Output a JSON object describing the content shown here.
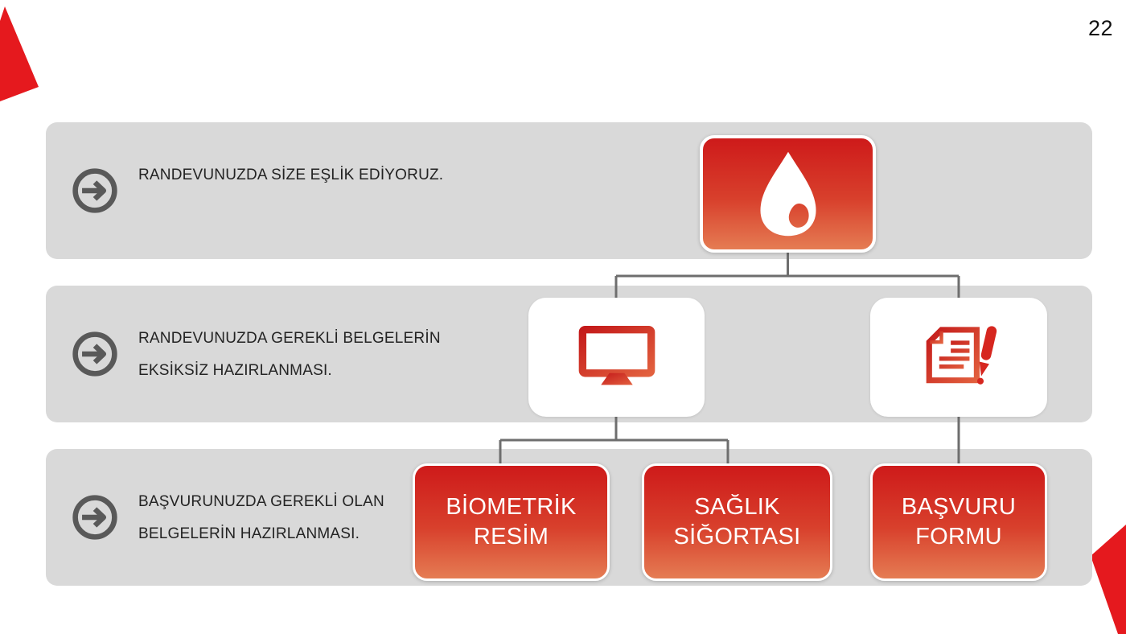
{
  "page_number": "22",
  "colors": {
    "accent_red": "#e31b1c",
    "node_gradient_top": "#ce1a1a",
    "node_gradient_bottom": "#e57c53",
    "band_gray": "#d9d9d9",
    "connector_gray": "#6e6e6e",
    "arrow_icon_gray": "#595959",
    "text_dark": "#232323"
  },
  "steps": [
    {
      "icon": "arrow-right-circle-icon",
      "lines": [
        "RANDEVUNUZDA SİZE EŞLİK EDİYORUZ."
      ]
    },
    {
      "icon": "arrow-right-circle-icon",
      "lines": [
        "RANDEVUNUZDA GEREKLİ BELGELERİN",
        "EKSİKSİZ HAZIRLANMASI."
      ]
    },
    {
      "icon": "arrow-right-circle-icon",
      "lines": [
        "BAŞVURUNUZDA GEREKLİ OLAN",
        "BELGELERİN HAZIRLANMASI."
      ]
    }
  ],
  "flowchart": {
    "root": {
      "icon": "water-drop-icon"
    },
    "branches": [
      {
        "icon": "computer-monitor-icon"
      },
      {
        "icon": "document-pen-icon"
      }
    ],
    "leaves": [
      {
        "lines": [
          "BİOMETRİK",
          "RESİM"
        ]
      },
      {
        "lines": [
          "SAĞLIK",
          "SİĞORTASI"
        ]
      },
      {
        "lines": [
          "BAŞVURU",
          "FORMU"
        ]
      }
    ]
  }
}
